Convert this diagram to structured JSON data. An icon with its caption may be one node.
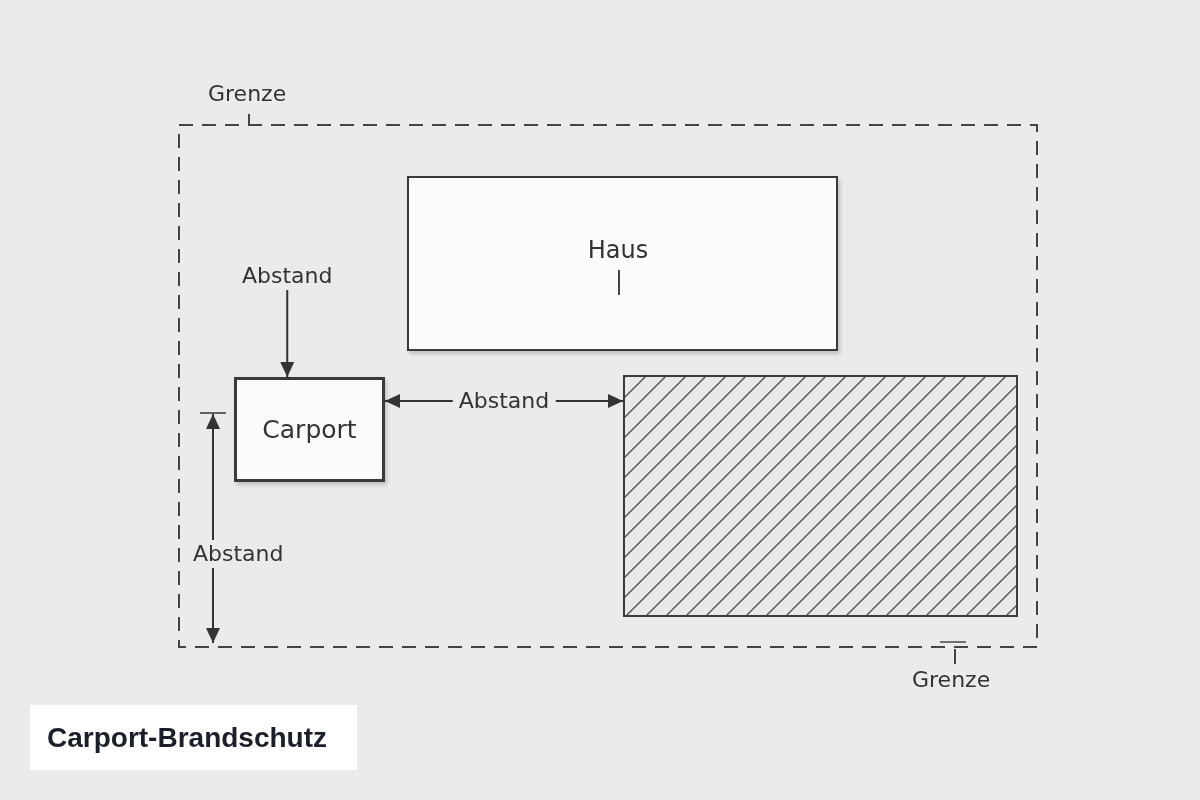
{
  "diagram": {
    "title": "Carport-Brandschutz",
    "nodes": [
      {
        "text": [
          "Grenze",
          "Grenze"
        ]
      },
      {
        "text": [
          "Haus"
        ],
        "in": 0
      },
      {
        "text": [
          "Abstand"
        ],
        "in": 0
      },
      {
        "text": [
          "Carport"
        ],
        "in": 0
      },
      {
        "text": [],
        "shape": "box",
        "in": 0
      }
    ],
    "edges": [
      {
        "from": 2,
        "to": 3,
        "arrow": "to"
      },
      {
        "from": 3,
        "to": 4,
        "arrow": "both",
        "label": "Abstand"
      }
    ],
    "labels": [
      "Abstand"
    ]
  }
}
